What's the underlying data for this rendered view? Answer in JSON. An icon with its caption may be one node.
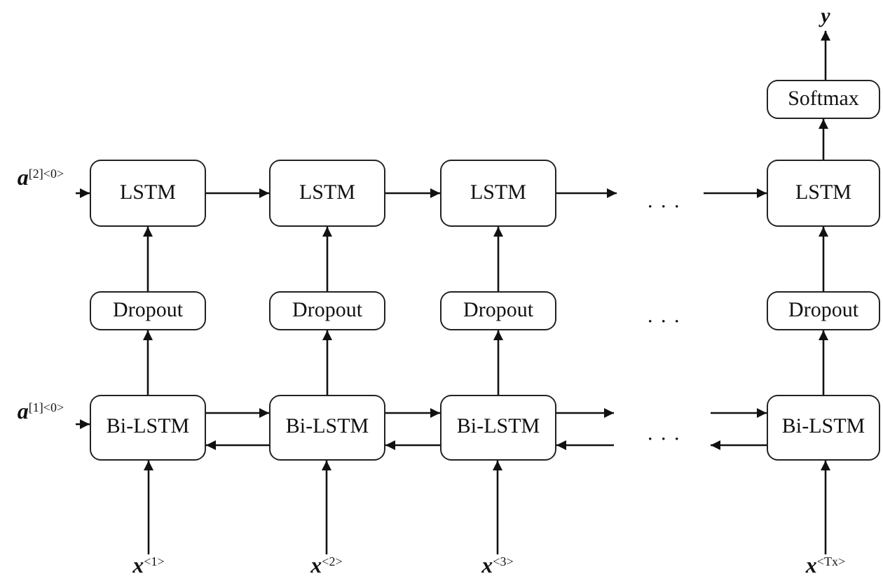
{
  "diagram": {
    "nodes": [
      {
        "text": [
          "y"
        ]
      },
      {
        "text": [
          "Softmax"
        ]
      },
      {
        "text": [
          "**a**$^{[2]<0>}$"
        ]
      },
      {
        "text": [
          "LSTM"
        ]
      },
      {
        "text": [
          "LSTM"
        ]
      },
      {
        "text": [
          "LSTM"
        ]
      },
      {
        "text": [
          "LSTM"
        ]
      },
      {
        "text": [
          "Dropout"
        ]
      },
      {
        "text": [
          "Dropout"
        ]
      },
      {
        "text": [
          "Dropout"
        ]
      },
      {
        "text": [
          "Dropout"
        ]
      },
      {
        "text": [
          "**a**$^{[1]<0>}$"
        ]
      },
      {
        "text": [
          "Bi-LSTM"
        ]
      },
      {
        "text": [
          "Bi-LSTM"
        ]
      },
      {
        "text": [
          "Bi-LSTM"
        ]
      },
      {
        "text": [
          "Bi-LSTM"
        ]
      },
      {
        "text": [
          "**x**$^{<1>}$"
        ]
      },
      {
        "text": [
          "**x**$^{<2>}$"
        ]
      },
      {
        "text": [
          "**x**$^{<3>}$"
        ]
      },
      {
        "text": [
          "**x**$^{<Tx>}$"
        ]
      }
    ],
    "edges": [
      {
        "from": 1,
        "to": 0,
        "arrow": "to"
      },
      {
        "from": 6,
        "to": 1,
        "arrow": "to"
      },
      {
        "from": 2,
        "to": 3,
        "arrow": "to"
      },
      {
        "from": 3,
        "to": 4,
        "arrow": "to"
      },
      {
        "from": 4,
        "to": 5,
        "arrow": "to"
      },
      {
        "from": 5,
        "to": null,
        "arrow": "to"
      },
      {
        "from": null,
        "to": 6,
        "arrow": "to"
      },
      {
        "from": 7,
        "to": 3,
        "arrow": "to"
      },
      {
        "from": 8,
        "to": 4,
        "arrow": "to"
      },
      {
        "from": 9,
        "to": 5,
        "arrow": "to"
      },
      {
        "from": 10,
        "to": 6,
        "arrow": "to"
      },
      {
        "from": 12,
        "to": 7,
        "arrow": "to"
      },
      {
        "from": 13,
        "to": 8,
        "arrow": "to"
      },
      {
        "from": 14,
        "to": 9,
        "arrow": "to"
      },
      {
        "from": 15,
        "to": 10,
        "arrow": "to"
      },
      {
        "from": 11,
        "to": 12,
        "arrow": "to"
      },
      {
        "from": 12,
        "to": 13,
        "arrow": "to"
      },
      {
        "from": 13,
        "to": 12,
        "arrow": "to"
      },
      {
        "from": 13,
        "to": 14,
        "arrow": "to"
      },
      {
        "from": 14,
        "to": 13,
        "arrow": "to"
      },
      {
        "from": 14,
        "to": null,
        "arrow": "to"
      },
      {
        "from": null,
        "to": 14,
        "arrow": "to"
      },
      {
        "from": null,
        "to": 15,
        "arrow": "to"
      },
      {
        "from": 15,
        "to": null,
        "arrow": "to"
      },
      {
        "from": 16,
        "to": 12,
        "arrow": "to"
      },
      {
        "from": 17,
        "to": 13,
        "arrow": "to"
      },
      {
        "from": 18,
        "to": 14,
        "arrow": "to"
      },
      {
        "from": 19,
        "to": 15,
        "arrow": "to"
      }
    ],
    "labels": [
      ". . .",
      ". . .",
      ". . ."
    ]
  }
}
